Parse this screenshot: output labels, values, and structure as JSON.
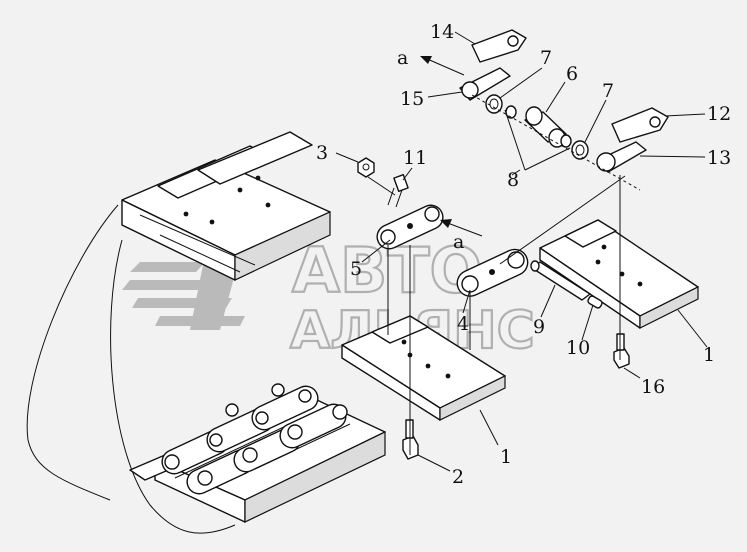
{
  "diagram": {
    "labels": {
      "l1a": "1",
      "l1b": "1",
      "l2": "2",
      "l3": "3",
      "l4": "4",
      "l5": "5",
      "l6": "6",
      "l7a": "7",
      "l7b": "7",
      "l8": "8",
      "l9": "9",
      "l10": "10",
      "l11": "11",
      "l12": "12",
      "l13": "13",
      "l14": "14",
      "l15": "15",
      "l16": "16",
      "la1": "a",
      "la2": "a"
    },
    "watermark": {
      "line1": "АВТО",
      "line2": "АЛЬЯНС"
    }
  }
}
